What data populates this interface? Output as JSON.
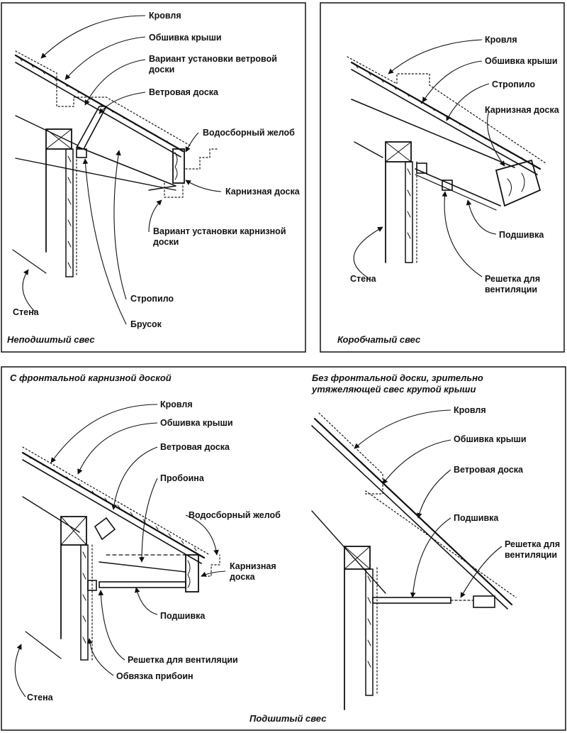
{
  "panels": {
    "open": {
      "caption": "Неподшитый свес",
      "labels": {
        "roofing": "Кровля",
        "sheathing": "Обшивка крыши",
        "fly_rafter_option": "Вариант установки ветровой доски",
        "fly_rafter": "Ветровая доска",
        "gutter": "Водосборный желоб",
        "fascia": "Карнизная доска",
        "fascia_option": "Вариант установки карнизной доски",
        "rafter": "Стропило",
        "block": "Брусок",
        "wall": "Стена"
      }
    },
    "boxed": {
      "caption": "Коробчатый свес",
      "labels": {
        "roofing": "Кровля",
        "sheathing": "Обшивка крыши",
        "rafter": "Стропило",
        "fascia": "Карнизная доска",
        "soffit": "Подшивка",
        "wall": "Стена",
        "vent": "Решетка для вентиляции"
      }
    },
    "front_fascia": {
      "caption": "С фронтальной карнизной доской",
      "labels": {
        "roofing": "Кровля",
        "sheathing": "Обшивка крыши",
        "fly_rafter": "Ветровая доска",
        "ledger": "Пробоина",
        "gutter": "Водосборный желоб",
        "fascia": "Карнизная доска",
        "soffit": "Подшивка",
        "vent": "Решетка для вентиляции",
        "nailer": "Обвязка прибоин",
        "wall": "Стена"
      }
    },
    "no_fascia": {
      "caption": "Без фронтальной доски, зрительно утяжеляющей свес крутой крыши",
      "labels": {
        "roofing": "Кровля",
        "sheathing": "Обшивка крыши",
        "fly_rafter": "Ветровая доска",
        "soffit": "Подшивка",
        "vent": "Решетка для вентиляции"
      }
    }
  },
  "footer_caption": "Подшитый свес"
}
